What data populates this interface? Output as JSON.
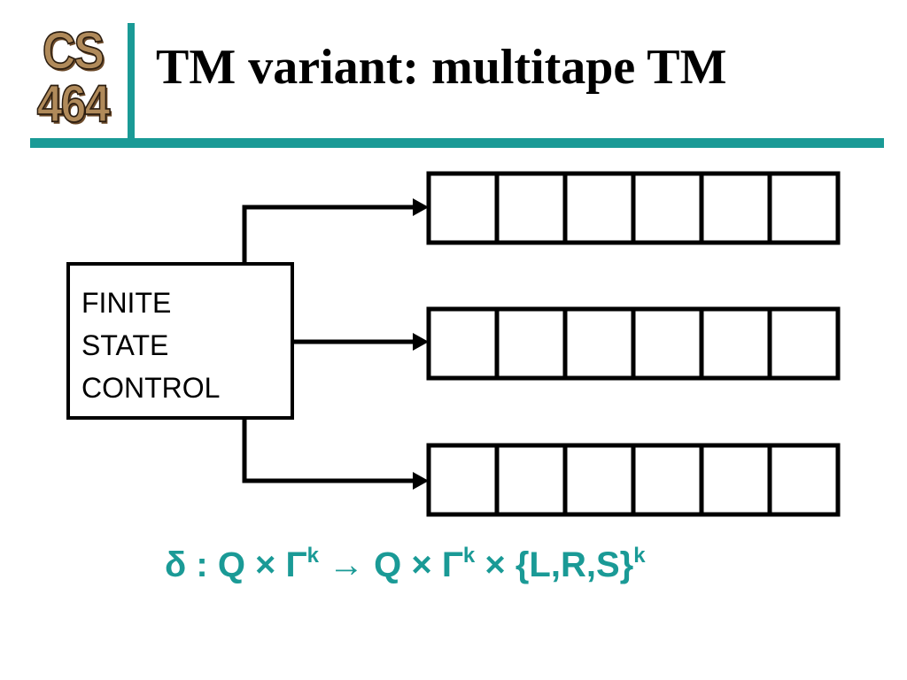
{
  "colors": {
    "accent": "#1a9a96",
    "ink": "#000000",
    "logo_fill": "#b08a5a"
  },
  "logo": {
    "line1": "CS",
    "line2": "464"
  },
  "title": "TM variant: multitape TM",
  "control_box": {
    "lines": [
      "FINITE",
      "STATE",
      "CONTROL"
    ]
  },
  "tapes": {
    "count": 3,
    "cells_per_tape": 6
  },
  "formula": {
    "delta": "δ",
    "part1": " : Q × Γ",
    "exp1": "k",
    "part2": " → Q × Γ",
    "exp2": "k",
    "part3": " × {L,R,S}",
    "exp3": "k"
  }
}
